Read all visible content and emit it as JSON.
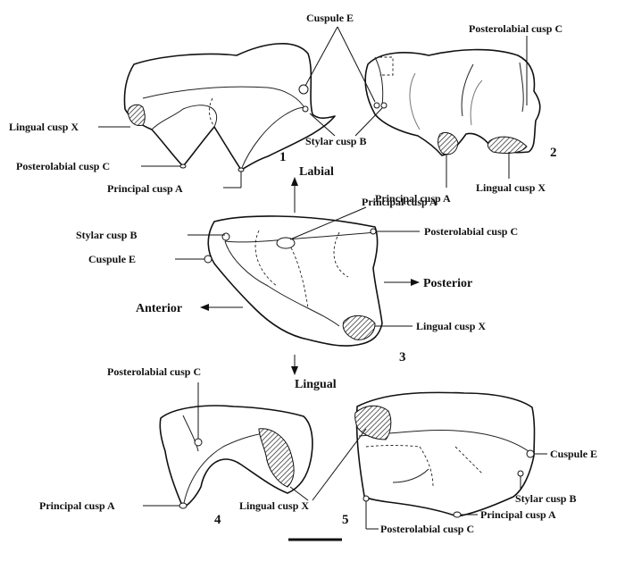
{
  "labels": {
    "cuspule_e": "Cuspule E",
    "posterolabial_cusp_c": "Posterolabial cusp C",
    "lingual_cusp_x": "Lingual cusp X",
    "stylar_cusp_b": "Stylar cusp B",
    "principal_cusp_a": "Principal cusp A"
  },
  "directions": {
    "labial": "Labial",
    "lingual": "Lingual",
    "anterior": "Anterior",
    "posterior": "Posterior"
  },
  "views": [
    "1",
    "2",
    "3",
    "4",
    "5"
  ]
}
